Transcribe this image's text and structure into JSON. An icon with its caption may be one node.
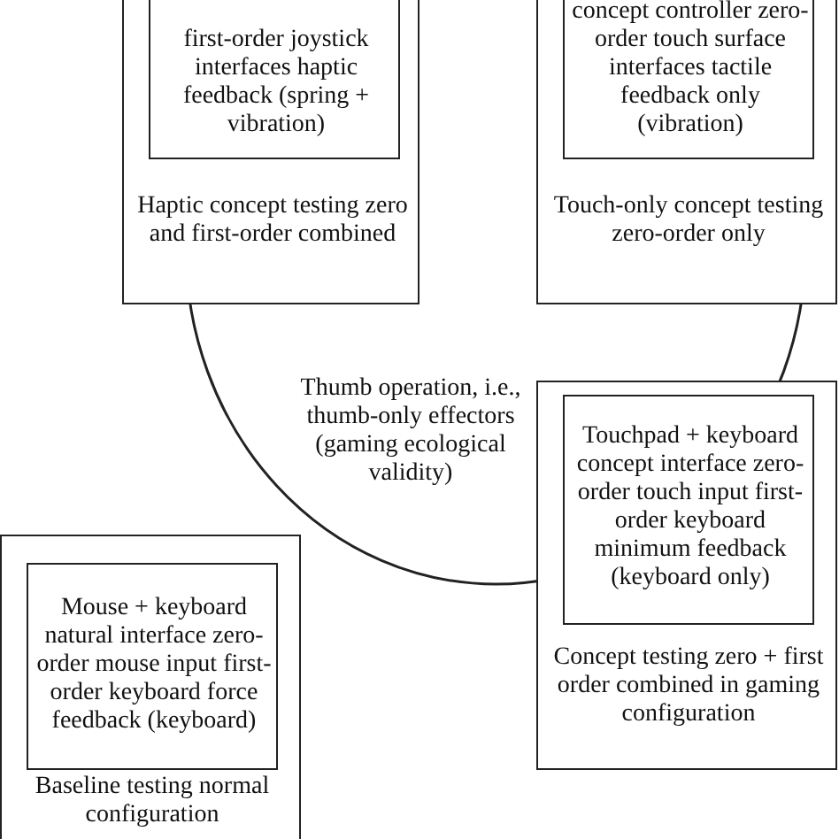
{
  "diagram": {
    "nodes": [
      {
        "text": [
          "Haptic concept testing zero and first-order combined"
        ]
      },
      {
        "text": [
          "first-order joystick interfaces haptic feedback (spring + vibration)"
        ],
        "in": 0
      },
      {
        "text": [
          "Touch-only concept testing zero-order only"
        ]
      },
      {
        "text": [
          "concept controller zero-order touch surface interfaces tactile feedback only (vibration)"
        ],
        "in": 2
      },
      {
        "text": [
          "Thumb operation, i.e., thumb-only effectors (gaming ecological validity)"
        ]
      },
      {
        "text": [
          "Concept testing zero + first order combined in gaming configuration"
        ]
      },
      {
        "text": [
          "Touchpad + keyboard concept interface zero-order touch input first-order keyboard minimum feedback (keyboard only)"
        ],
        "in": 5
      },
      {
        "text": [
          "Baseline testing normal configuration"
        ]
      },
      {
        "text": [
          "Mouse + keyboard natural interface zero-order mouse input first-order keyboard force feedback (keyboard)"
        ],
        "in": 7
      }
    ]
  }
}
